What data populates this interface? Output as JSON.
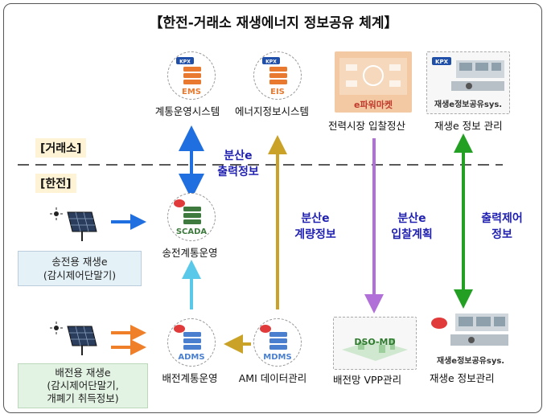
{
  "title": "【한전-거래소 재생에너지 정보공유 체계】",
  "sections": {
    "kpx": "[거래소]",
    "kepco": "[한전]"
  },
  "kpx_logo": "KPX",
  "nodes": {
    "ems": {
      "badge": "EMS",
      "caption": "계통운영시스템"
    },
    "eis": {
      "badge": "EIS",
      "caption": "에너지정보시스템"
    },
    "emarket": {
      "badge": "e파워마켓",
      "caption": "전력시장 입찰정산"
    },
    "kpx_sys": {
      "badge": "재생e정보공유sys.",
      "caption": "재생e 정보 관리"
    },
    "scada": {
      "badge": "SCADA",
      "caption": "송전계통운영"
    },
    "adms": {
      "badge": "ADMS",
      "caption": "배전계통운영"
    },
    "mdms": {
      "badge": "MDMS",
      "caption": "AMI 데이터관리"
    },
    "dso": {
      "badge": "DSO-MD",
      "caption": "배전망 VPP관리"
    },
    "kepco_sys": {
      "badge": "재생e정보공유sys.",
      "caption": "재생e 정보관리"
    }
  },
  "sources": {
    "transmission": {
      "line1": "송전용 재생e",
      "line2": "(감시제어단말기)"
    },
    "distribution": {
      "line1": "배전용 재생e",
      "line2": "(감시제어단말기,",
      "line3": "개폐기 취득정보)"
    }
  },
  "flows": {
    "dist_output": {
      "line1": "분산e",
      "line2": "출력정보"
    },
    "dist_metering": {
      "line1": "분산e",
      "line2": "계량정보"
    },
    "dist_bidding": {
      "line1": "분산e",
      "line2": "입찰계획"
    },
    "output_control": {
      "line1": "출력제어",
      "line2": "정보"
    }
  },
  "colors": {
    "ems_orange": "#e8792f",
    "eis_orange": "#e8792f",
    "scada_green": "#3e7a3e",
    "adms_blue": "#4a7fd0",
    "mdms_blue": "#4a7fd0",
    "arrow_blue": "#1f6fe0",
    "arrow_gold": "#c9a227",
    "arrow_purple": "#b070d8",
    "arrow_green": "#23a023",
    "arrow_cyan": "#5ac8e8",
    "arrow_orange": "#ef7f28",
    "label_blue": "#1f1fb0"
  }
}
